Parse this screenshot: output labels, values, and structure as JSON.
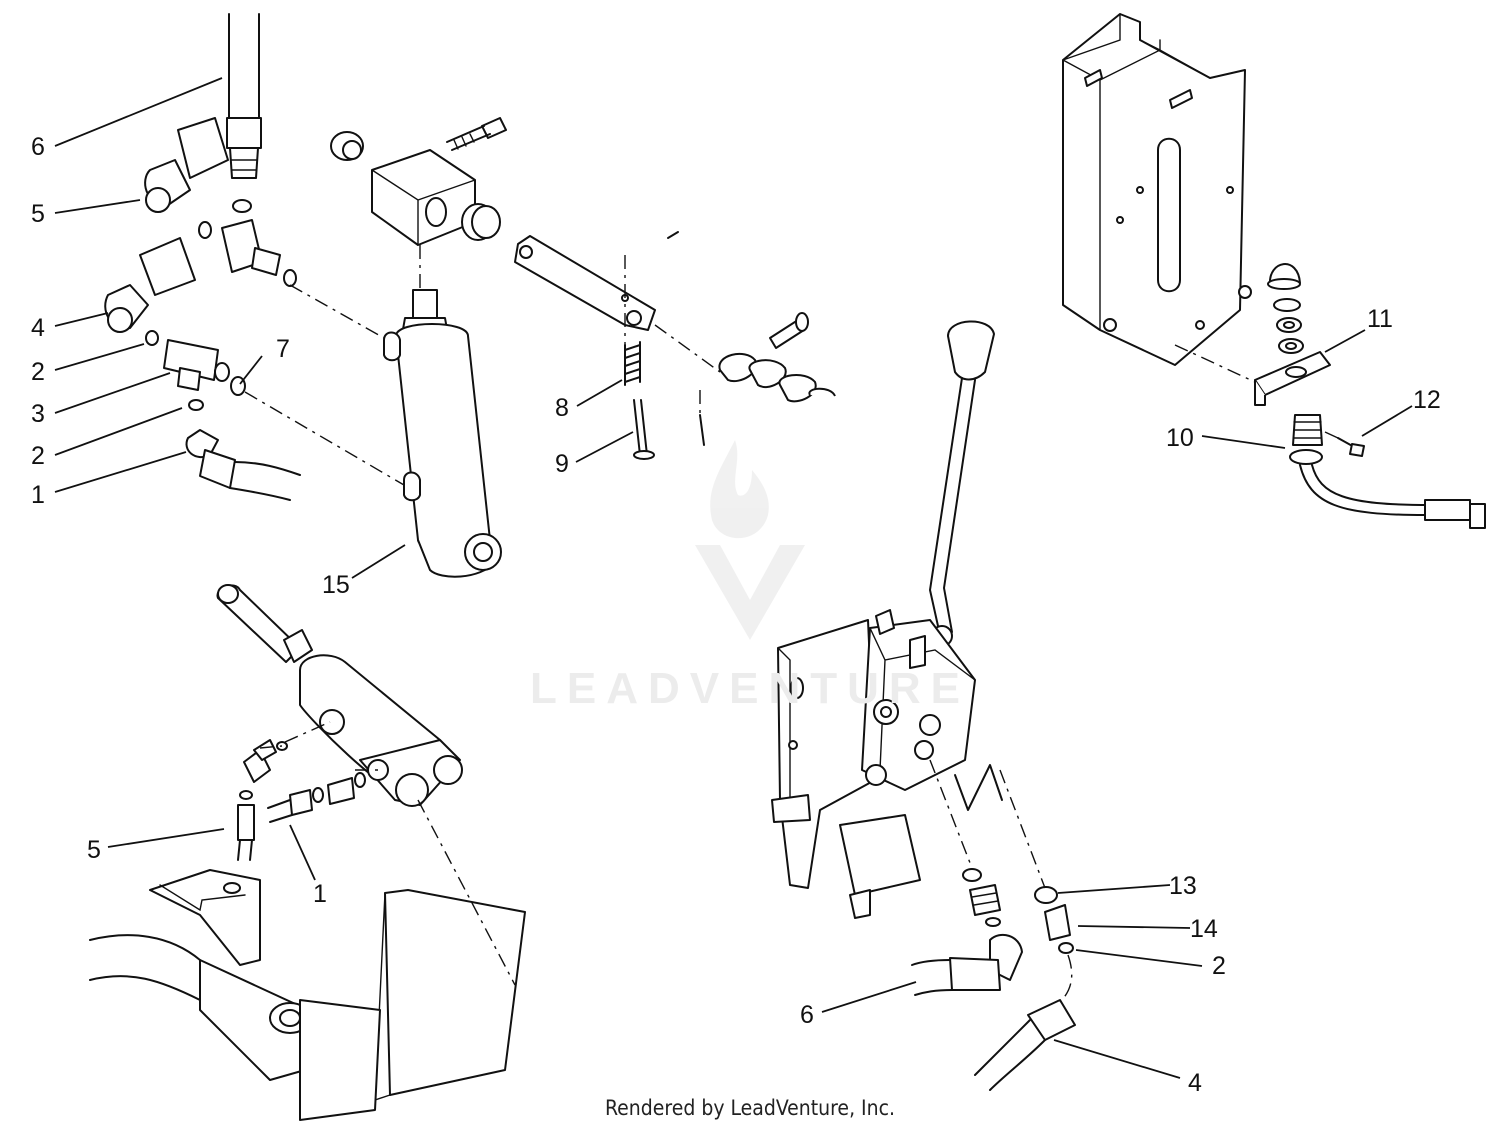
{
  "watermark": {
    "brand": "LEADVENTURE"
  },
  "footer": {
    "text": "Rendered by LeadVenture, Inc."
  },
  "callouts": {
    "c6a": "6",
    "c5a": "5",
    "c4a": "4",
    "c2a": "2",
    "c7": "7",
    "c3": "3",
    "c2b": "2",
    "c1a": "1",
    "c15": "15",
    "c8": "8",
    "c9": "9",
    "c11": "11",
    "c12": "12",
    "c10": "10",
    "c5b": "5",
    "c1b": "1",
    "c13": "13",
    "c14": "14",
    "c2c": "2",
    "c6b": "6",
    "c4b": "4"
  },
  "colors": {
    "line": "#111111",
    "background": "#ffffff",
    "watermark": "#ececec"
  }
}
